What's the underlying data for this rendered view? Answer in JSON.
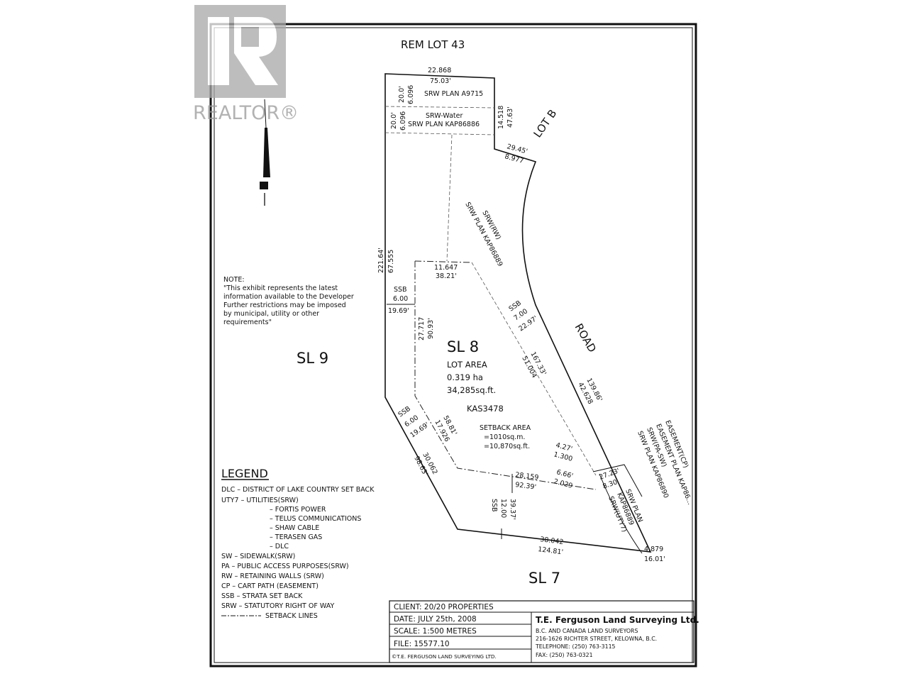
{
  "logo": {
    "text": "REALTOR®"
  },
  "labels": {
    "rem_lot": "REM LOT 43",
    "lot_b": "LOT B",
    "road": "ROAD",
    "sl9": "SL 9",
    "sl7": "SL 7",
    "sl8": "SL 8",
    "lot_area": "LOT AREA",
    "area_ha": "0.319 ha",
    "area_sqft": "34,285sq.ft.",
    "plan_no": "KAS3478",
    "setback_area": "SETBACK AREA",
    "setback_sqm": "=1010sq.m.",
    "setback_sqft": "=10,870sq.ft.",
    "srw_a9715": "SRW PLAN A9715",
    "srw_water": "SRW-Water",
    "srw_kap86886": "SRW PLAN KAP86886",
    "srw_rw": "SRW(RW)",
    "srw_kap86889": "SRW PLAN KAP86889",
    "easement_cp": "EASEMENT(CP)",
    "easement_plan": "EASEMENT PLAN KAP86...",
    "srw_pa_sw": "SRW(PA-SW)",
    "srw_kap86890": "SRW PLAN KAP86890",
    "srw_plan": "SRW PLAN",
    "kap86889": "KAP86889",
    "srw_uty7": "SRW(UTY7)",
    "ssb": "SSB"
  },
  "dims": {
    "top_m": "22.868",
    "top_ft": "75.03'",
    "srw1_ft": "20.0'",
    "srw1_m": "6.096",
    "srw2_ft": "20.0'",
    "srw2_m": "6.096",
    "right_m": "14.518",
    "right_ft": "47.63'",
    "jog_ft": "29.45'",
    "jog_m": "8.977",
    "left_ft": "221.64'",
    "left_m": "67.555",
    "sb_top_m": "11.647",
    "sb_top_ft": "38.21'",
    "ssb_left_m": "6.00",
    "ssb_left_ft": "19.69'",
    "sb_left_m": "27.717",
    "sb_left_ft": "90.93'",
    "ssb_road_m": "7.00",
    "ssb_road_ft": "22.97'",
    "sb_diag_ft": "167.33'",
    "sb_diag_m": "51.004",
    "road_ft": "139.86'",
    "road_m": "42.628",
    "ssb_sw_m": "6.00",
    "ssb_sw_ft": "19.69'",
    "sb_sw_ft": "58.81'",
    "sb_sw_m": "17.926",
    "sw_m": "30.062",
    "sw_ft": "98.63'",
    "d1_ft": "4.27'",
    "d1_m": "1.300",
    "d2_ft": "6.66'",
    "d2_m": "2.029",
    "sb_bot_m": "28.159",
    "sb_bot_ft": "92.39'",
    "ssb_bot_m": "12.00",
    "ssb_bot_ft": "39.37'",
    "bot_m": "38.042",
    "bot_ft": "124.81'",
    "se_ft": "27.23'",
    "se_m": "8.30",
    "corner_m": "4.879",
    "corner_ft": "16.01'"
  },
  "note": {
    "title": "NOTE:",
    "lines": [
      "\"This exhibit represents the latest",
      "information available to the Developer",
      "Further restrictions may be imposed",
      "by municipal, utility or other",
      "requirements\""
    ]
  },
  "legend": {
    "title": "LEGEND",
    "items": [
      "DLC – DISTRICT OF LAKE COUNTRY SET BACK",
      "UTY7 – UTILITIES(SRW)",
      "– FORTIS POWER",
      "– TELUS COMMUNICATIONS",
      "– SHAW CABLE",
      "– TERASEN GAS",
      "– DLC",
      "SW – SIDEWALK(SRW)",
      "PA – PUBLIC ACCESS PURPOSES(SRW)",
      "RW – RETAINING WALLS (SRW)",
      "CP – CART PATH (EASEMENT)",
      "SSB – STRATA SET BACK",
      "SRW – STATUTORY RIGHT OF WAY",
      "SETBACK LINES"
    ]
  },
  "title_block": {
    "client": "CLIENT: 20/20 PROPERTIES",
    "date": "DATE: JULY 25th, 2008",
    "scale": "SCALE: 1:500 METRES",
    "file": "FILE: 15577.10",
    "copyright": "©T.E. FERGUSON LAND SURVEYING LTD.",
    "company": "T.E. Ferguson Land Surveying Ltd.",
    "subtitle": "B.C. AND CANADA LAND SURVEYORS",
    "address": "216-1626 RICHTER STREET, KELOWNA, B.C.",
    "phone": "TELEPHONE: (250) 763-3115",
    "fax": "FAX: (250) 763-0321"
  }
}
